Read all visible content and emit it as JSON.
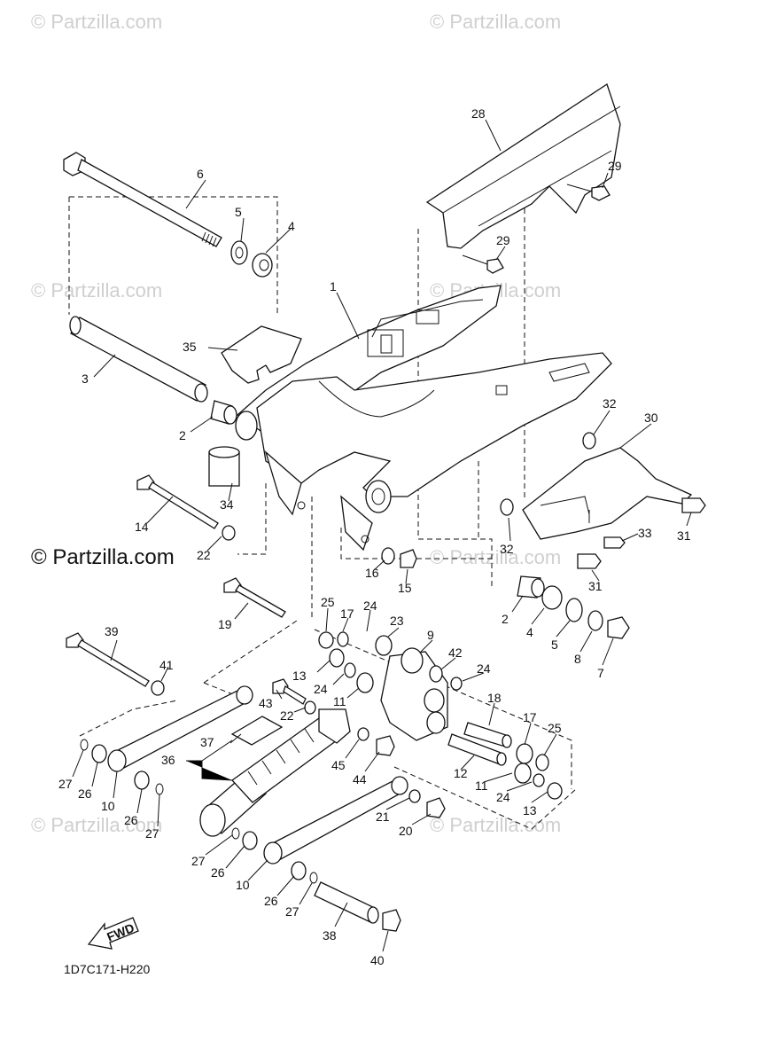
{
  "diagram": {
    "code": "1D7C171-H220",
    "fwd_label": "FWD"
  },
  "watermarks": {
    "small": "© Partzilla.com",
    "strong": "© Partzilla.com"
  },
  "callouts": {
    "c1": "1",
    "c2a": "2",
    "c2b": "2",
    "c3": "3",
    "c4a": "4",
    "c4b": "4",
    "c5a": "5",
    "c5b": "5",
    "c6": "6",
    "c7": "7",
    "c8": "8",
    "c9": "9",
    "c10a": "10",
    "c10b": "10",
    "c11a": "11",
    "c11b": "11",
    "c12": "12",
    "c13a": "13",
    "c13b": "13",
    "c14": "14",
    "c15": "15",
    "c16": "16",
    "c17a": "17",
    "c17b": "17",
    "c18": "18",
    "c19": "19",
    "c20": "20",
    "c21": "21",
    "c22a": "22",
    "c22b": "22",
    "c23": "23",
    "c24a": "24",
    "c24b": "24",
    "c24c": "24",
    "c24d": "24",
    "c25a": "25",
    "c25b": "25",
    "c26a": "26",
    "c26b": "26",
    "c26c": "26",
    "c26d": "26",
    "c27a": "27",
    "c27b": "27",
    "c27c": "27",
    "c27d": "27",
    "c28": "28",
    "c29a": "29",
    "c29b": "29",
    "c30": "30",
    "c31a": "31",
    "c31b": "31",
    "c32a": "32",
    "c32b": "32",
    "c33": "33",
    "c34": "34",
    "c35": "35",
    "c36": "36",
    "c37": "37",
    "c38": "38",
    "c39": "39",
    "c40": "40",
    "c41": "41",
    "c42": "42",
    "c43": "43",
    "c44": "44",
    "c45": "45"
  }
}
